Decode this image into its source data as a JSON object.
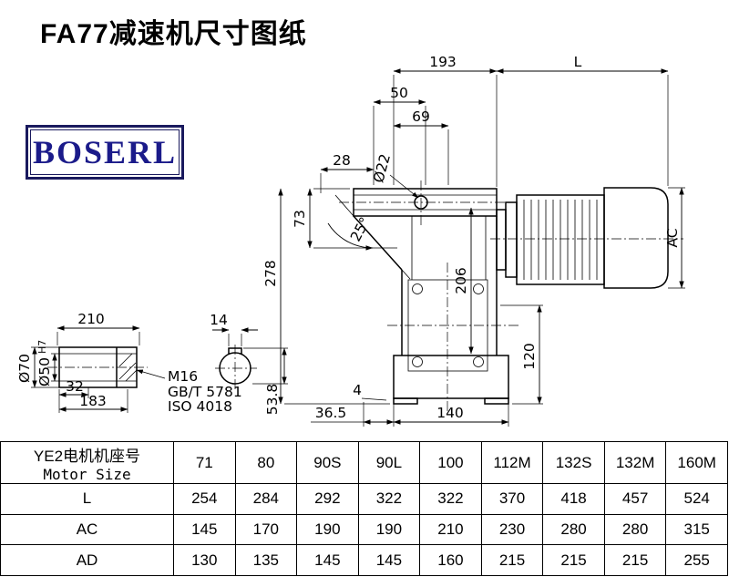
{
  "title": "FA77减速机尺寸图纸",
  "logo": {
    "text": "BOSERL",
    "text_color": "#1b1b8a",
    "border_color": "#1a1a5e"
  },
  "dims": {
    "top_width": "193",
    "motor_length": "L",
    "bolt_span": "50",
    "flange_width": "69",
    "hole_dia": "Ø22",
    "offset_28": "28",
    "height_73": "73",
    "angle": "25°",
    "total_height": "278",
    "face_height": "206",
    "motor_dia": "AC",
    "base_height": "120",
    "foot_thk": "4",
    "foot_offset": "36.5",
    "foot_width": "140",
    "shaft_len": "210",
    "key_width": "14",
    "outer_dia": "Ø70",
    "bore_dia": "Ø50",
    "bore_fit": "H7",
    "bore_depth": "32",
    "bore_len": "183",
    "thread": "M16",
    "thread_std1": "GB/T 5781",
    "thread_std2": "ISO 4018",
    "key_height": "53.8"
  },
  "table": {
    "header_cn": "YE2电机机座号",
    "header_en": "Motor Size",
    "frame_sizes": [
      "71",
      "80",
      "90S",
      "90L",
      "100",
      "112M",
      "132S",
      "132M",
      "160M"
    ],
    "rows": [
      {
        "label": "L",
        "values": [
          "254",
          "284",
          "292",
          "322",
          "322",
          "370",
          "418",
          "457",
          "524"
        ]
      },
      {
        "label": "AC",
        "values": [
          "145",
          "170",
          "190",
          "190",
          "210",
          "230",
          "280",
          "280",
          "315"
        ]
      },
      {
        "label": "AD",
        "values": [
          "130",
          "135",
          "145",
          "145",
          "160",
          "215",
          "215",
          "215",
          "255"
        ]
      }
    ]
  }
}
